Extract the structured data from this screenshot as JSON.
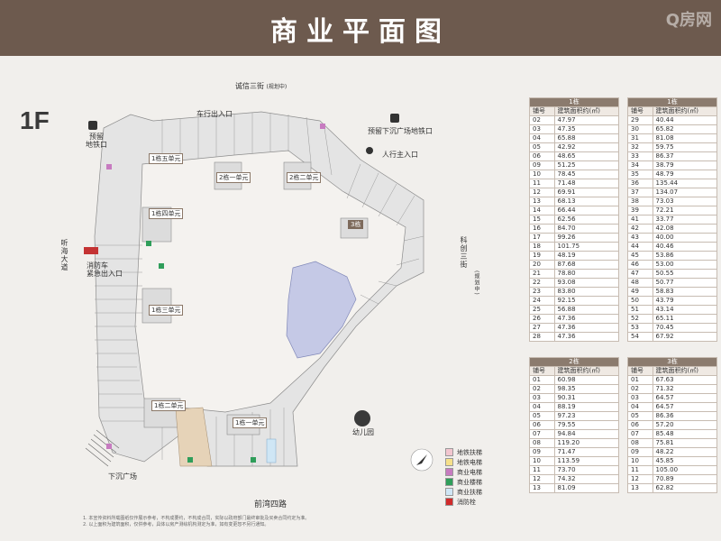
{
  "header": {
    "title": "商业平面图",
    "watermark": "Q房网"
  },
  "floor": "1F",
  "roads": {
    "top": "诚信三街",
    "top_note": "(规划中)",
    "left": "听海大道",
    "right": "科创三街",
    "right_note": "(规划中)",
    "bottom": "前湾四路"
  },
  "labels": {
    "car_entry": "车行出入口",
    "reserved_metro": "预留\n地铁口",
    "reserved_sunken": "预留下沉广场地铁口",
    "pedestrian_main": "人行主入口",
    "fire_entry": "消防车\n紧急出入口",
    "kindergarten": "幼儿园",
    "sunken_plaza": "下沉广场",
    "tower3": "3栋",
    "u1_5": "1栋五单元",
    "u1_4": "1栋四单元",
    "u1_3": "1栋三单元",
    "u1_2": "1栋二单元",
    "u1_1": "1栋一单元",
    "u2_1": "2栋一单元",
    "u2_2": "2栋二单元"
  },
  "legend": [
    {
      "label": "地铁扶梯",
      "color": "#f2c6cf"
    },
    {
      "label": "地铁电梯",
      "color": "#f6e08a"
    },
    {
      "label": "商业电梯",
      "color": "#c77bc0"
    },
    {
      "label": "商业楼梯",
      "color": "#2f9e5a"
    },
    {
      "label": "商业扶梯",
      "color": "#cfe6f5"
    },
    {
      "label": "消防栓",
      "color": "#d02a2a"
    }
  ],
  "tables": {
    "col_num": "铺号",
    "col_area": "建筑面积约(㎡)",
    "t1a": {
      "title": "1栋",
      "rows": [
        [
          "02",
          "47.97"
        ],
        [
          "03",
          "47.35"
        ],
        [
          "04",
          "65.88"
        ],
        [
          "05",
          "42.92"
        ],
        [
          "06",
          "48.65"
        ],
        [
          "09",
          "51.25"
        ],
        [
          "10",
          "78.45"
        ],
        [
          "11",
          "71.48"
        ],
        [
          "12",
          "69.91"
        ],
        [
          "13",
          "68.13"
        ],
        [
          "14",
          "66.44"
        ],
        [
          "15",
          "62.56"
        ],
        [
          "16",
          "84.70"
        ],
        [
          "17",
          "99.26"
        ],
        [
          "18",
          "101.75"
        ],
        [
          "19",
          "48.19"
        ],
        [
          "20",
          "87.68"
        ],
        [
          "21",
          "78.80"
        ],
        [
          "22",
          "93.08"
        ],
        [
          "23",
          "83.80"
        ],
        [
          "24",
          "92.15"
        ],
        [
          "25",
          "56.88"
        ],
        [
          "26",
          "47.36"
        ],
        [
          "27",
          "47.36"
        ],
        [
          "28",
          "47.36"
        ]
      ]
    },
    "t1b": {
      "title": "1栋",
      "rows": [
        [
          "29",
          "40.44"
        ],
        [
          "30",
          "65.82"
        ],
        [
          "31",
          "81.08"
        ],
        [
          "32",
          "59.75"
        ],
        [
          "33",
          "86.37"
        ],
        [
          "34",
          "38.79"
        ],
        [
          "35",
          "48.79"
        ],
        [
          "36",
          "135.44"
        ],
        [
          "37",
          "134.07"
        ],
        [
          "38",
          "73.03"
        ],
        [
          "39",
          "72.21"
        ],
        [
          "41",
          "33.77"
        ],
        [
          "42",
          "42.08"
        ],
        [
          "43",
          "40.00"
        ],
        [
          "44",
          "40.46"
        ],
        [
          "45",
          "53.86"
        ],
        [
          "46",
          "53.00"
        ],
        [
          "47",
          "50.55"
        ],
        [
          "48",
          "50.77"
        ],
        [
          "49",
          "58.83"
        ],
        [
          "50",
          "43.79"
        ],
        [
          "51",
          "43.14"
        ],
        [
          "52",
          "65.11"
        ],
        [
          "53",
          "70.45"
        ],
        [
          "54",
          "67.92"
        ]
      ]
    },
    "t2": {
      "title": "2栋",
      "rows": [
        [
          "01",
          "60.98"
        ],
        [
          "02",
          "98.35"
        ],
        [
          "03",
          "90.31"
        ],
        [
          "04",
          "88.19"
        ],
        [
          "05",
          "97.23"
        ],
        [
          "06",
          "79.55"
        ],
        [
          "07",
          "94.84"
        ],
        [
          "08",
          "119.20"
        ],
        [
          "09",
          "71.47"
        ],
        [
          "10",
          "113.59"
        ],
        [
          "11",
          "73.70"
        ],
        [
          "12",
          "74.32"
        ],
        [
          "13",
          "81.09"
        ]
      ]
    },
    "t3": {
      "title": "3栋",
      "rows": [
        [
          "01",
          "67.63"
        ],
        [
          "02",
          "71.32"
        ],
        [
          "03",
          "64.57"
        ],
        [
          "04",
          "64.57"
        ],
        [
          "05",
          "86.36"
        ],
        [
          "06",
          "57.20"
        ],
        [
          "07",
          "85.48"
        ],
        [
          "08",
          "75.81"
        ],
        [
          "09",
          "48.22"
        ],
        [
          "10",
          "45.85"
        ],
        [
          "11",
          "105.00"
        ],
        [
          "12",
          "70.89"
        ],
        [
          "13",
          "62.82"
        ]
      ]
    }
  },
  "notes": [
    "1. 本宣传资料所载图纸仅作展示参考，不构成要约，不构成合同，实际以政府部门最终审批及买卖合同约定为准。",
    "2. 以上面积为建筑面积，仅供参考，具体以房产测绘机构测定为准，如有变更恕不另行通知。"
  ]
}
